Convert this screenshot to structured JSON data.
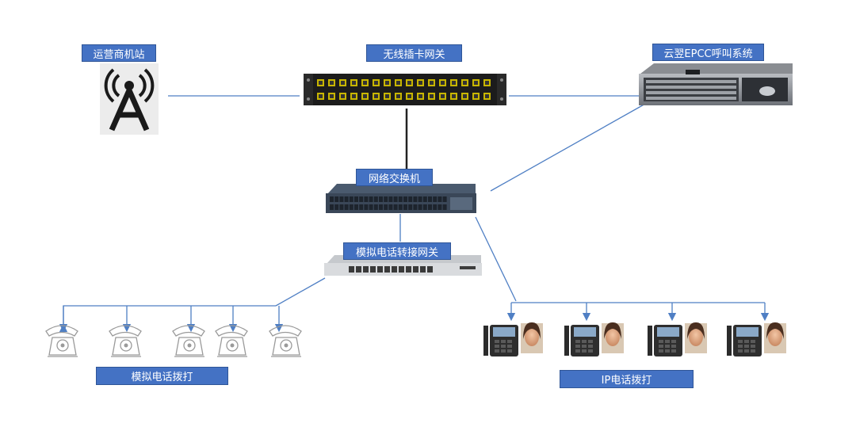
{
  "labels": {
    "carrier_station": "运营商机站",
    "wireless_gateway": "无线插卡网关",
    "cloud_epcc": "云翌EPCC呼叫系统",
    "network_switch": "网络交换机",
    "analog_gateway": "模拟电话转接网关",
    "analog_dial": "模拟电话拨打",
    "ip_dial": "IP电话拨打"
  },
  "colors": {
    "label_bg": "#4472c4",
    "link_line": "#4f7fc4",
    "trunk_line": "#222222"
  }
}
